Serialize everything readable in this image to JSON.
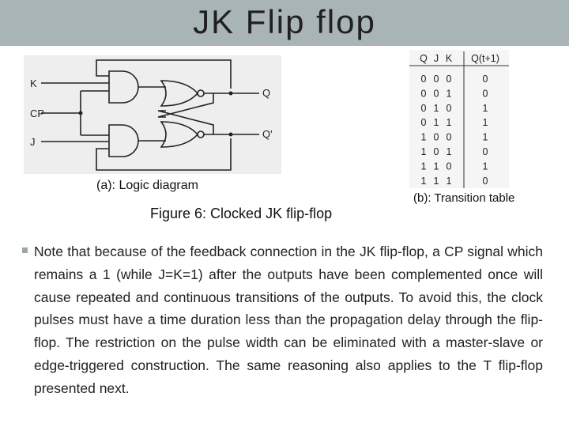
{
  "slide": {
    "title": "JK Flip flop"
  },
  "logic_diagram": {
    "inputs": [
      "K",
      "CP",
      "J"
    ],
    "outputs": [
      "Q",
      "Q'"
    ],
    "caption": "(a): Logic diagram"
  },
  "figure": {
    "label": "Figure 6:",
    "text": " Clocked JK flip-flop"
  },
  "transition_table": {
    "headers": [
      "Q",
      "J",
      "K",
      "Q(t+1)"
    ],
    "rows": [
      [
        "0",
        "0",
        "0",
        "0"
      ],
      [
        "0",
        "0",
        "1",
        "0"
      ],
      [
        "0",
        "1",
        "0",
        "1"
      ],
      [
        "0",
        "1",
        "1",
        "1"
      ],
      [
        "1",
        "0",
        "0",
        "1"
      ],
      [
        "1",
        "0",
        "1",
        "0"
      ],
      [
        "1",
        "1",
        "0",
        "1"
      ],
      [
        "1",
        "1",
        "1",
        "0"
      ]
    ],
    "caption": "(b): Transition table"
  },
  "note": {
    "text": "Note that because of the feedback connection in the JK flip-flop, a CP signal which remains a 1 (while J=K=1) after the outputs have been complemented once will cause repeated and continuous transitions of the outputs. To avoid this, the clock pulses must have a time duration less than the propagation delay through the flip-flop. The restriction on the pulse width can be eliminated with a master-slave or edge-triggered construction. The same reasoning also applies to the T flip-flop presented next."
  }
}
